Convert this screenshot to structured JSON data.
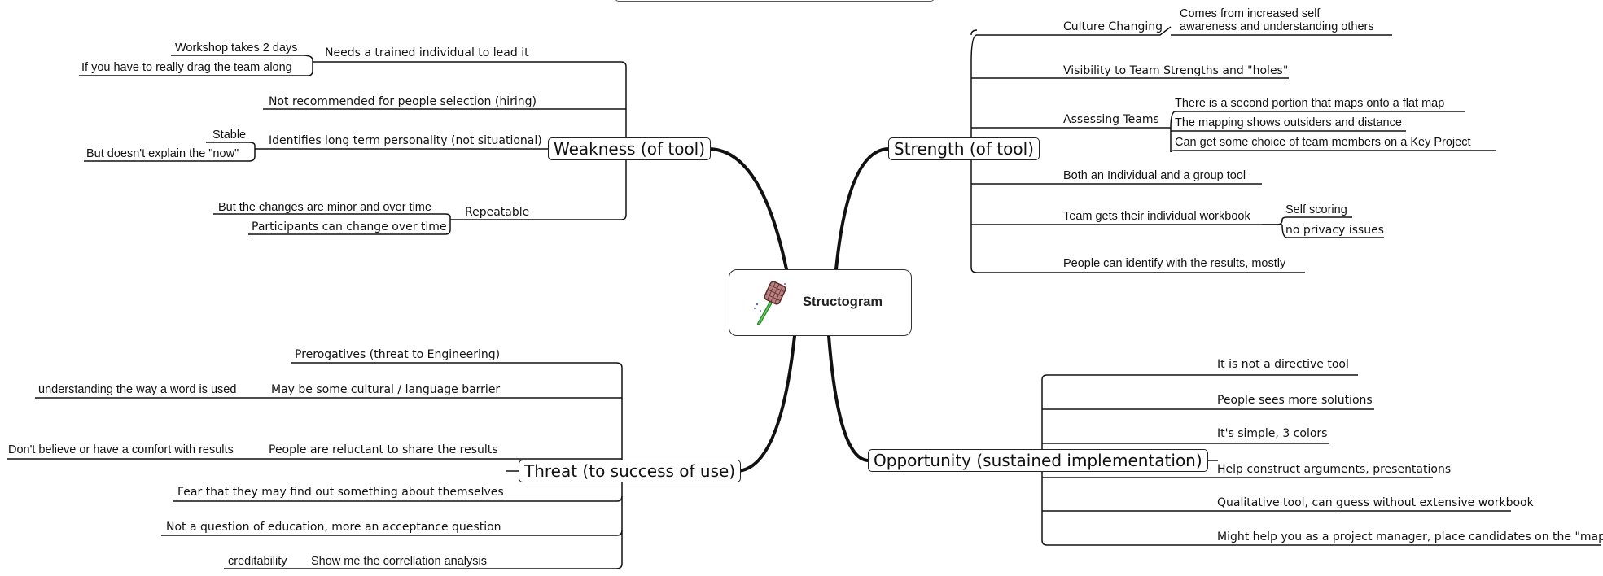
{
  "central": {
    "title": "Structogram",
    "image_icon": "fly-swatter-icon"
  },
  "weakness": {
    "title": "Weakness (of tool)",
    "items": [
      "Needs a trained individual to lead it",
      "Not recommended for people selection (hiring)",
      "Identifies long term personality (not situational)",
      "Repeatable"
    ],
    "needs_trained_children": [
      "Workshop takes 2 days",
      "If you have to really drag the team along"
    ],
    "identifies_children": [
      "Stable",
      "But doesn't explain the \"now\""
    ],
    "repeatable_children": [
      "But the changes are minor and over time",
      "Participants can change over time"
    ]
  },
  "strength": {
    "title": "Strength (of tool)",
    "items": [
      "Culture Changing",
      "Visibility to Team Strengths and \"holes\"",
      "Assessing Teams",
      "Both an Individual and a group tool",
      "Team gets their individual workbook",
      "People can identify with the results, mostly"
    ],
    "culture_child": [
      "Comes from increased self",
      "awareness and understanding others"
    ],
    "assessing_children": [
      "There is a second portion that maps onto a flat map",
      "The mapping shows outsiders and distance",
      "Can get some choice of team members on a Key Project"
    ],
    "workbook_children": [
      "Self scoring",
      "no privacy issues"
    ]
  },
  "threat": {
    "title": "Threat (to success of use)",
    "items": [
      "Prerogatives (threat to Engineering)",
      "May be some cultural / language barrier",
      "People are reluctant to share the results",
      "Fear that they may find out something about themselves",
      "Not a question of education, more an acceptance question",
      "Show me the correllation analysis"
    ],
    "barrier_child": "understanding the way a word is used",
    "reluctant_child": "Don't believe or have a comfort with results",
    "correlation_child": "creditability"
  },
  "opportunity": {
    "title": "Opportunity (sustained implementation)",
    "items": [
      "It is not a directive tool",
      "People sees more solutions",
      "It's simple, 3 colors",
      "Help construct arguments, presentations",
      "Qualitative tool, can guess without extensive workbook",
      "Might help you as a project manager, place candidates on the \"map\""
    ]
  }
}
